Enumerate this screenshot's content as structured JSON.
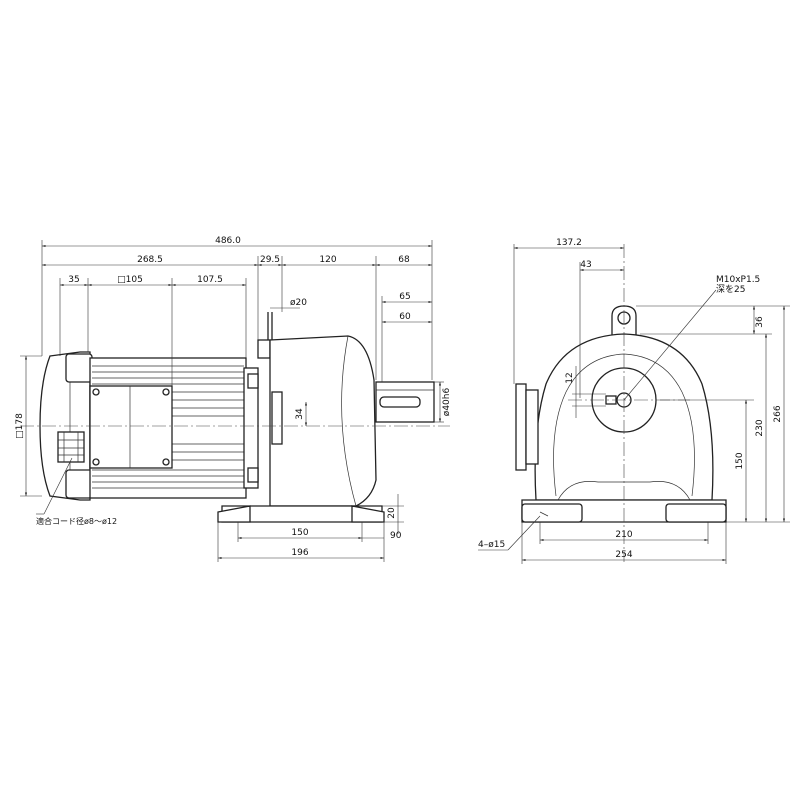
{
  "dimensions": {
    "overall_length": "486.0",
    "motor_length": "268.5",
    "flange_gap": "29.5",
    "gearbox_length": "120",
    "shaft_total": "68",
    "shaft_65": "65",
    "shaft_60": "60",
    "terminal_offset": "35",
    "motor_box": "□105",
    "motor_tail": "107.5",
    "plug_dia": "ø20",
    "motor_height": "□178",
    "shaft_key": "34",
    "shaft_dia": "ø40h6",
    "foot_height": "20",
    "foot_pitch": "150",
    "foot_90": "90",
    "foot_base": "196",
    "cable_note": "適合コード径ø8～ø12",
    "side_offset": "137.2",
    "eye_offset": "43",
    "thread_spec": "M10xP1.5",
    "thread_depth": "深を25",
    "eye_height": "36",
    "total_height": "266",
    "key_width": "12",
    "height_230": "230",
    "shaft_height": "150",
    "holes": "4–ø15",
    "bolt_pitch": "210",
    "base_width": "254"
  },
  "colors": {
    "line": "#222222",
    "background": "#ffffff"
  }
}
